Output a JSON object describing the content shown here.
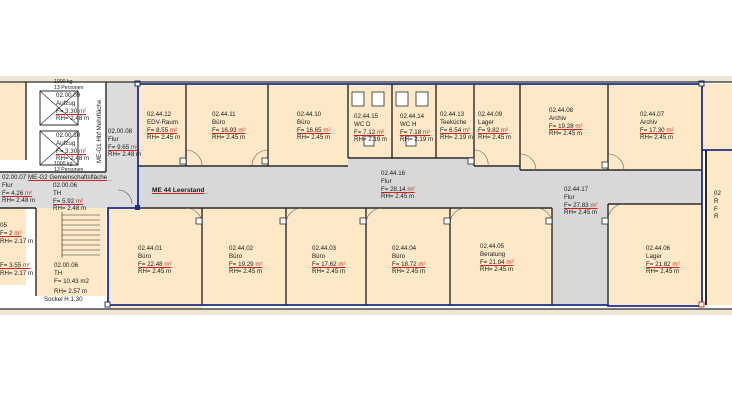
{
  "colors": {
    "room_fill": "#fde9c8",
    "corridor_fill": "#d8d8d8",
    "wall": "#2a2a2a",
    "outline": "#1c2f8a",
    "note_red": "#c0392b"
  },
  "rooms": [
    {
      "id": "02.44.12",
      "name": "EDV-Raum",
      "area": "F= 8.55",
      "height": "RH= 2.45 m"
    },
    {
      "id": "02.44.11",
      "name": "Büro",
      "area": "F= 16.93",
      "height": "RH= 2.45 m"
    },
    {
      "id": "02.44.10",
      "name": "Büro",
      "area": "F= 16.65",
      "height": "RH= 2.45 m"
    },
    {
      "id": "02.44.15",
      "name": "WC D",
      "area": "F= 7.12",
      "height": "RH= 2.19 m"
    },
    {
      "id": "02.44.14",
      "name": "WC H",
      "area": "F= 7.18",
      "height": "RH= 2.19 m"
    },
    {
      "id": "02.44.13",
      "name": "Teeküche",
      "area": "F= 6.54",
      "height": "RH= 2.19 m"
    },
    {
      "id": "02.44.09",
      "name": "Lager",
      "area": "F= 9.82",
      "height": "RH= 2.45 m"
    },
    {
      "id": "02.44.08",
      "name": "Archiv",
      "area": "F= 19.28",
      "height": "RH= 2.45 m"
    },
    {
      "id": "02.44.07",
      "name": "Archiv",
      "area": "F= 17.30",
      "height": "RH= 2.45 m"
    },
    {
      "id": "02.44.16",
      "name": "Flur",
      "area": "F= 28.14",
      "height": "RH= 2.45 m"
    },
    {
      "id": "02.44.17",
      "name": "Flur",
      "area": "F= 27.83",
      "height": "RH= 2.45 m"
    },
    {
      "id": "02.44.01",
      "name": "Büro",
      "area": "F= 22.48",
      "height": "RH= 2.45 m"
    },
    {
      "id": "02.44.02",
      "name": "Büro",
      "area": "F= 19.29",
      "height": "RH= 2.45 m"
    },
    {
      "id": "02.44.03",
      "name": "Büro",
      "area": "F= 17.62",
      "height": "RH= 2.45 m"
    },
    {
      "id": "02.44.04",
      "name": "Büro",
      "area": "F= 18.72",
      "height": "RH= 2.45 m"
    },
    {
      "id": "02.44.05",
      "name": "Beratung",
      "area": "F= 21.84",
      "height": "RH= 2.45 m"
    },
    {
      "id": "02.44.06",
      "name": "Lager",
      "area": "F= 21.82",
      "height": "RH= 2.45 m"
    }
  ],
  "area_unit": "m²",
  "left_wing": {
    "lift1": {
      "capacity": "1000 kg",
      "persons": "13 Personen",
      "id": "02.00.09",
      "name": "Aufzug",
      "area": "F= 3.30",
      "height": "RH= 2.48 m"
    },
    "lift2": {
      "capacity": "1000 kg",
      "persons": "13 Personen",
      "id": "02.00.10",
      "name": "Aufzug",
      "area": "F= 3.30",
      "height": "RH= 2.48 m"
    },
    "flur_08": {
      "id": "02.00.08",
      "name": "Flur",
      "area": "F= 9.65",
      "height": "RH= 2.48 m"
    },
    "flur_07": {
      "id": "02.00.07",
      "name": "Flur",
      "area": "F= 4.26",
      "height": "RH= 2.48 m"
    },
    "th_05": {
      "id": "02.00.06",
      "name": "TH",
      "area": "F= 5.92",
      "height": "RH= 2.48 m"
    },
    "th_06": {
      "id": "02.00.06",
      "name": "TH",
      "area": "F= 10.43 m2",
      "height": "RH= 2.57 m"
    },
    "partial_a": {
      "name": "05",
      "area": "F= 2",
      "height": "RH= 2.17 m"
    },
    "partial_b": {
      "area": "F= 3.55",
      "height": "RH= 2.17 m"
    },
    "shared_area": "ME-G2 Gemeinschaftsfläche",
    "vertical_note": "ME-G1 Hbf Mehrfläche",
    "sockel": "Sockel H 1.30"
  },
  "unit_label": "ME 44 Leerstand",
  "right_partial": {
    "line1": "02",
    "line2": "R",
    "line3": "F",
    "line4": "R"
  }
}
